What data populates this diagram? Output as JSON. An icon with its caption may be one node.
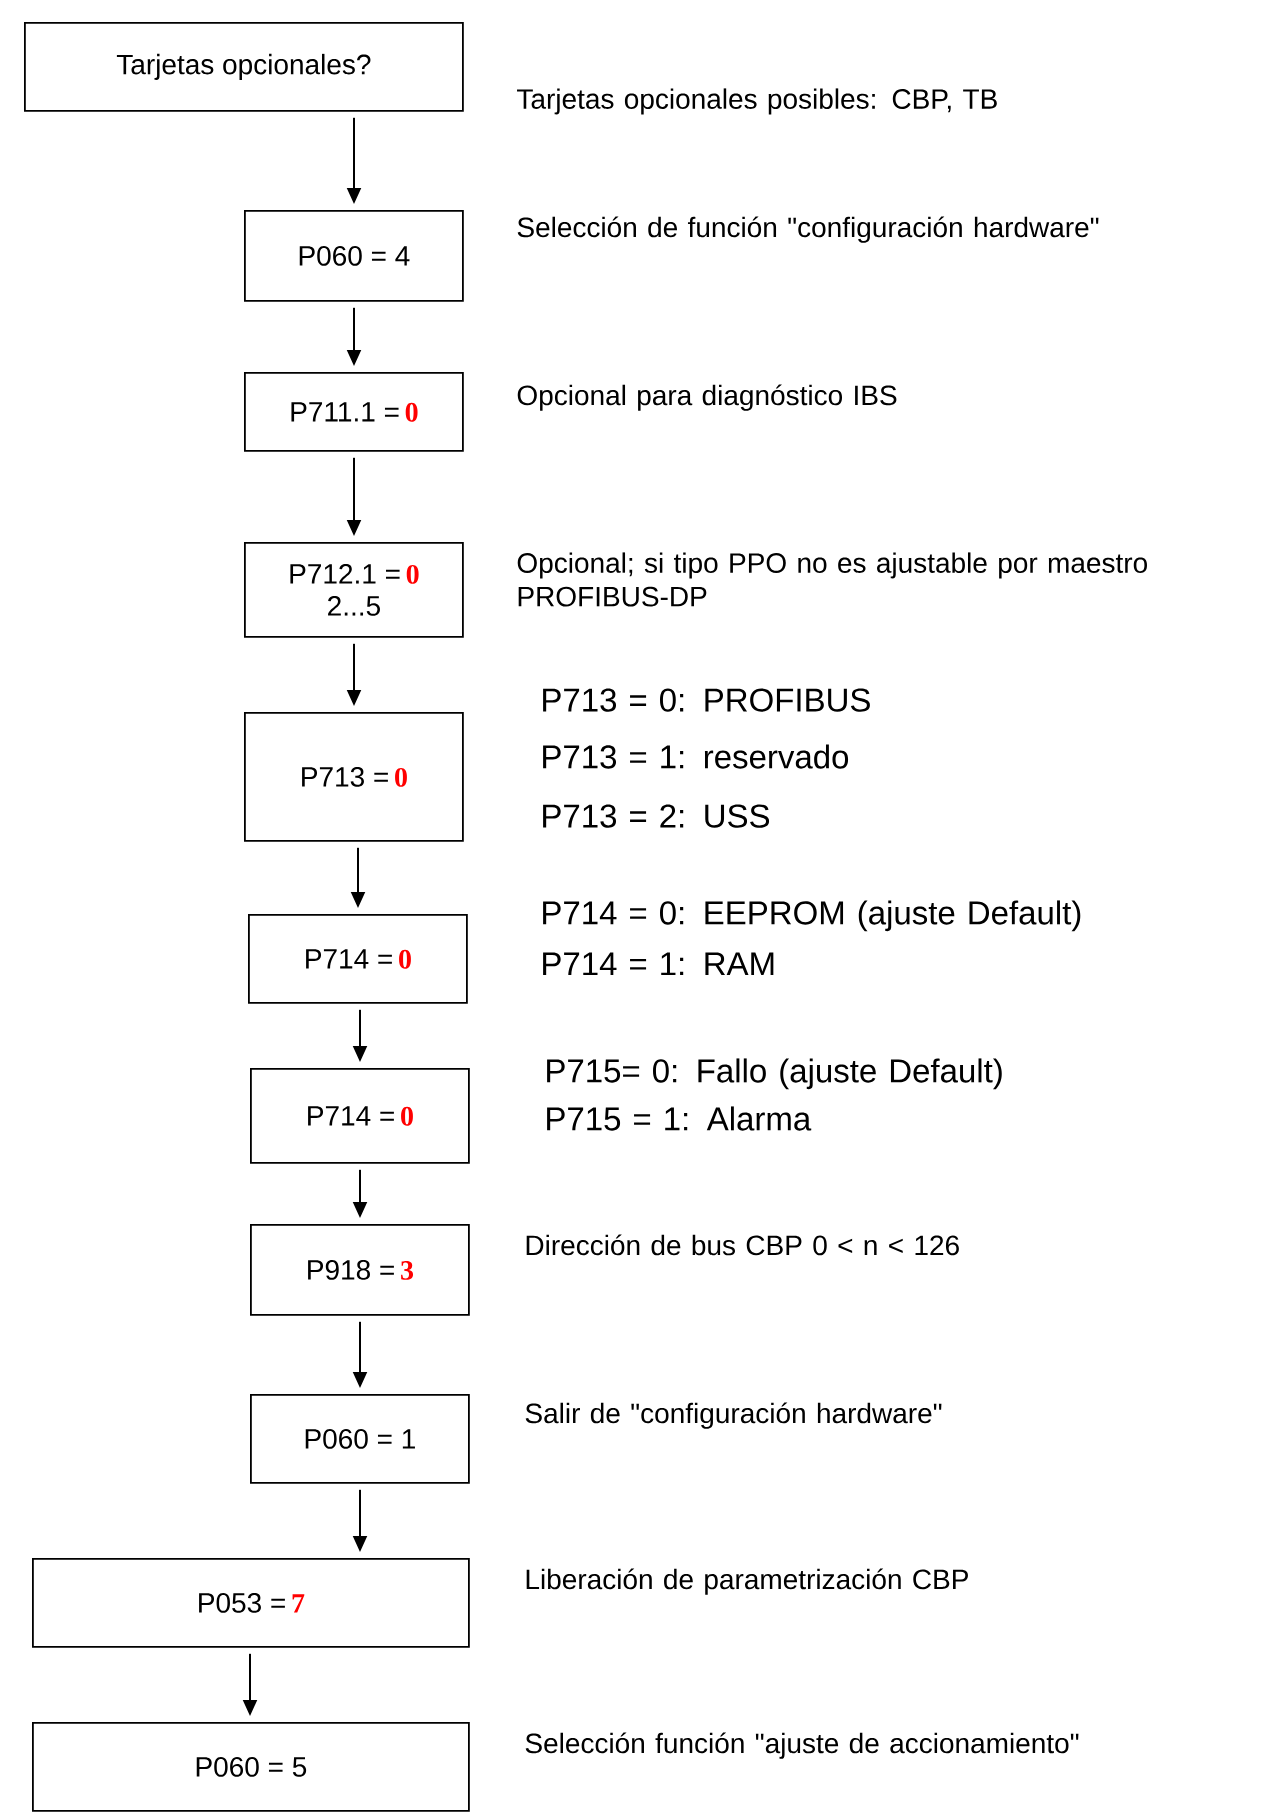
{
  "diagram": {
    "nodes": [
      {
        "text": [
          "Tarjetas opcionales?"
        ],
        "beside": [
          "Tarjetas opcionales posibles: CBP, TB"
        ]
      },
      {
        "text": [
          "P060 = 4"
        ],
        "beside": [
          "Selección de función \"configuración hardware\""
        ]
      },
      {
        "text": [
          "P711.1 =",
          "0"
        ],
        "beside": [
          "Opcional para diagnóstico IBS"
        ]
      },
      {
        "text": [
          "P712.1 =",
          "0",
          "2...5"
        ],
        "beside": [
          "Opcional; si tipo PPO no es ajustable por maestro PROFIBUS-DP"
        ]
      },
      {
        "text": [
          "P713 =",
          "0"
        ],
        "beside": [
          "P713 = 0: PROFIBUS",
          "P713 = 1: reservado",
          "P713 = 2: USS"
        ]
      },
      {
        "text": [
          "P714 =",
          "0"
        ],
        "beside": [
          "P714 = 0: EEPROM (ajuste Default)",
          "P714 = 1: RAM"
        ]
      },
      {
        "text": [
          "P714 =",
          "0"
        ],
        "beside": [
          "P715= 0: Fallo (ajuste Default)",
          "P715 = 1: Alarma"
        ]
      },
      {
        "text": [
          "P918 =",
          "3"
        ],
        "beside": [
          "Dirección de bus CBP 0 < n < 126"
        ]
      },
      {
        "text": [
          "P060 = 1"
        ],
        "beside": [
          "Salir de \"configuración hardware\""
        ]
      },
      {
        "text": [
          "P053 =",
          "7"
        ],
        "beside": [
          "Liberación de parametrización CBP"
        ]
      },
      {
        "text": [
          "P060 = 5"
        ],
        "beside": [
          "Selección función \"ajuste de accionamiento\""
        ]
      }
    ],
    "edges": [
      {
        "from": 0,
        "to": 1,
        "arrow": "to"
      },
      {
        "from": 1,
        "to": 2,
        "arrow": "to"
      },
      {
        "from": 2,
        "to": 3,
        "arrow": "to"
      },
      {
        "from": 3,
        "to": 4,
        "arrow": "to"
      },
      {
        "from": 4,
        "to": 5,
        "arrow": "to"
      },
      {
        "from": 5,
        "to": 6,
        "arrow": "to"
      },
      {
        "from": 6,
        "to": 7,
        "arrow": "to"
      },
      {
        "from": 7,
        "to": 8,
        "arrow": "to"
      },
      {
        "from": 8,
        "to": 9,
        "arrow": "to"
      },
      {
        "from": 9,
        "to": 10,
        "arrow": "to"
      }
    ]
  }
}
